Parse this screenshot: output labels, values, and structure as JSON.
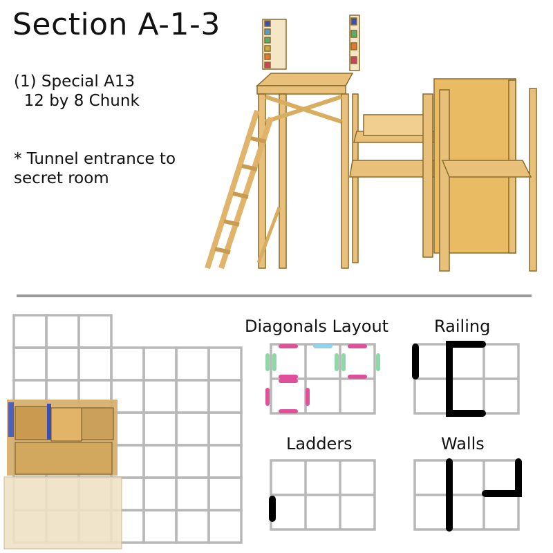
{
  "title": "Section A-1-3",
  "notes": {
    "item": "(1) Special A13",
    "size": "  12 by 8 Chunk",
    "remark_line1": "* Tunnel entrance to",
    "remark_line2": "secret room"
  },
  "legend": {
    "diagonals": "Diagonals Layout",
    "railing": "Railing",
    "ladders": "Ladders",
    "walls": "Walls"
  },
  "colors": {
    "grid": "#b8b8b8",
    "wood": "#e8c07a",
    "wood_dark": "#8a6a2c",
    "panel": "#e9bb63",
    "diag_pink": "#e0509a",
    "diag_cyan": "#8fd4ea",
    "diag_green": "#8fd8a8",
    "mark": "#000000"
  }
}
